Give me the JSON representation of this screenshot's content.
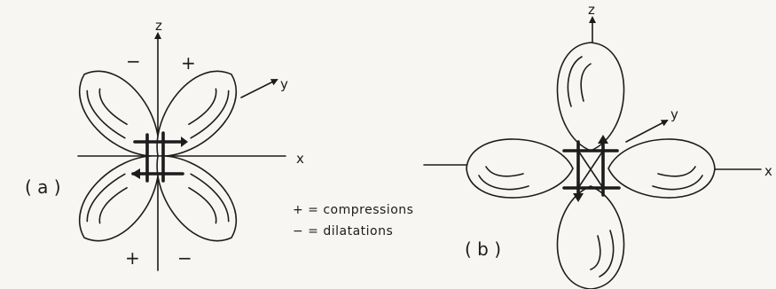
{
  "panel_a": {
    "label": "( a )",
    "axes": {
      "z": "z",
      "y": "y",
      "x": "x"
    },
    "signs": {
      "top_left": "−",
      "top_right": "+",
      "bottom_left": "+",
      "bottom_right": "−"
    }
  },
  "panel_b": {
    "label": "( b )",
    "axes": {
      "z": "z",
      "y": "y",
      "x": "x"
    }
  },
  "legend": {
    "compressions": "+ = compressions",
    "dilatations": "− = dilatations"
  }
}
